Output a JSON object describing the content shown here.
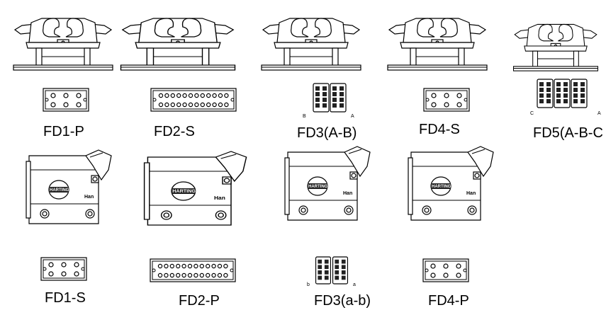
{
  "hoods_top": [
    "FD1-P",
    "FD2-S",
    "FD3(A-B)",
    "FD4-S",
    "FD5(A-B-C"
  ],
  "hoods_bottom": [
    "FD1-S",
    "FD2-P",
    "FD3(a-b)",
    "FD4-P"
  ],
  "insert_side_marks": {
    "fd3_top": {
      "left": "B",
      "right": "A"
    },
    "fd5_top": {
      "left": "C",
      "right": "A"
    },
    "fd3_bottom": {
      "left": "b",
      "right": "a"
    }
  },
  "hood_marking": {
    "brand": "HARTING",
    "code": "Han"
  }
}
